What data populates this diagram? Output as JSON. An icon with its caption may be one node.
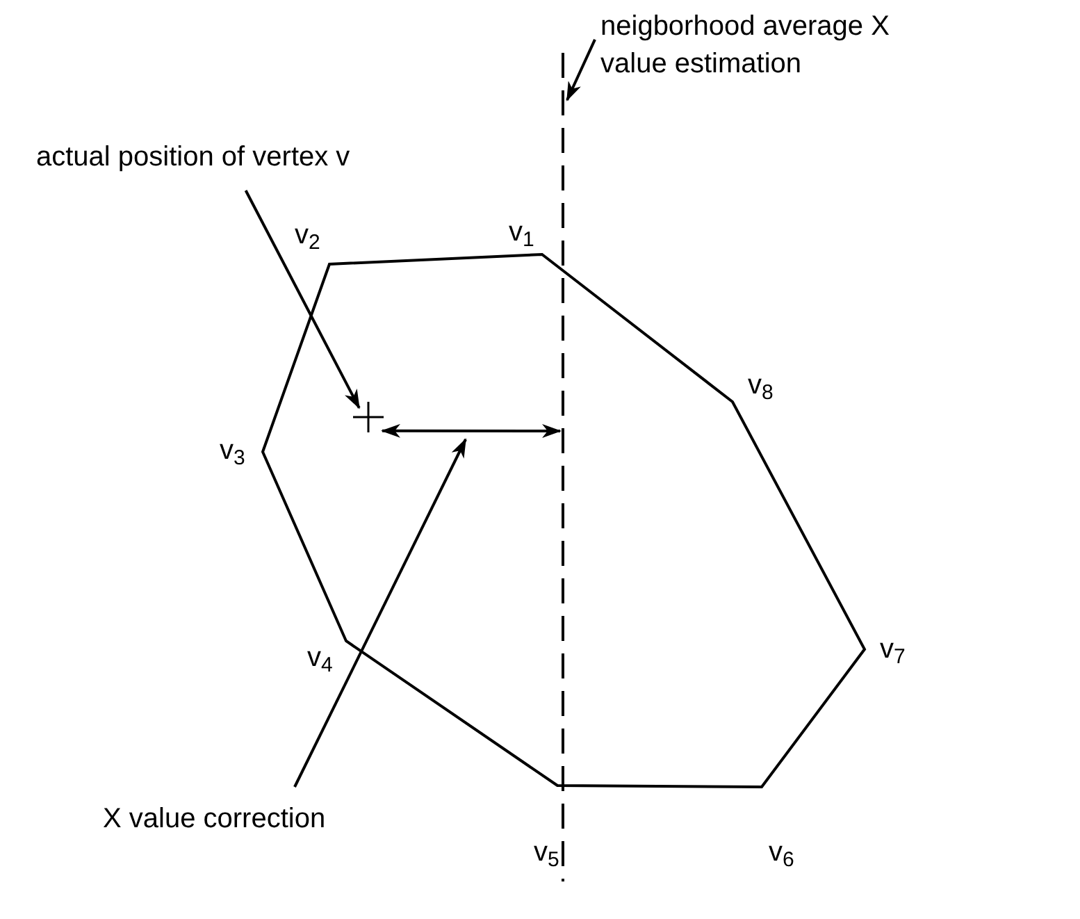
{
  "diagram": {
    "nodes": [
      {
        "text": [
          "neigborhood average X value estimation"
        ]
      },
      {
        "text": [],
        "shape": "line"
      },
      {
        "text": [
          "actual position of vertex v"
        ]
      },
      {
        "text": [],
        "shape": "cross"
      },
      {
        "text": [
          "X value correction"
        ]
      }
    ],
    "edges": [
      {
        "from": 0,
        "to": 1,
        "arrow": "to"
      },
      {
        "from": 2,
        "to": 3,
        "arrow": "to"
      },
      {
        "from": 3,
        "to": 1,
        "arrow": "both"
      },
      {
        "from": 4,
        "to": null,
        "arrow": "to"
      }
    ],
    "labels": [
      "v$_{2}$",
      "v$_{1}$",
      "v$_{8}$",
      "v$_{3}$",
      "v$_{7}$",
      "v$_{4}$",
      "v$_{5}$",
      "v$_{6}$"
    ]
  }
}
